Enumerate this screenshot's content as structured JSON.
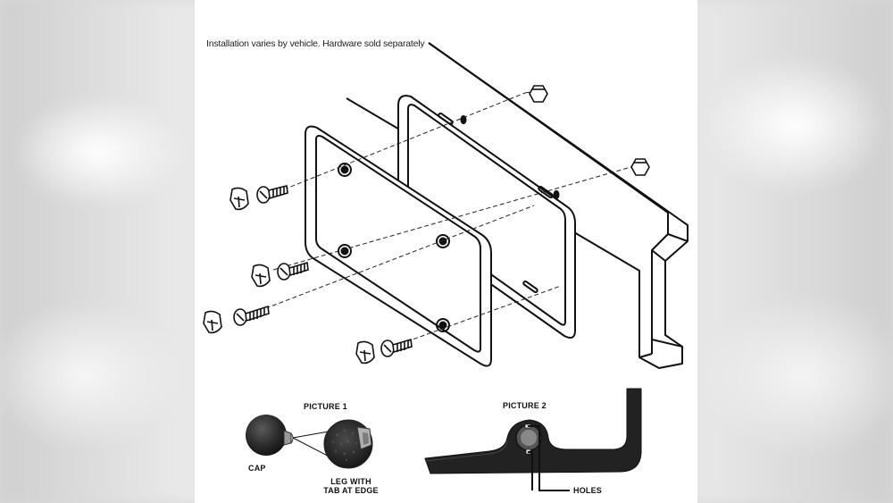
{
  "note": "Installation varies by vehicle. Hardware sold separately.",
  "picture1": {
    "title": "PICTURE 1",
    "cap_label": "CAP",
    "leg_label_line1": "LEG WITH",
    "leg_label_line2": "TAB AT EDGE"
  },
  "picture2": {
    "title": "PICTURE 2",
    "holes_label": "HOLES"
  },
  "colors": {
    "ink": "#111111",
    "frame_black": "#1c1c1c",
    "background": "#ffffff"
  }
}
